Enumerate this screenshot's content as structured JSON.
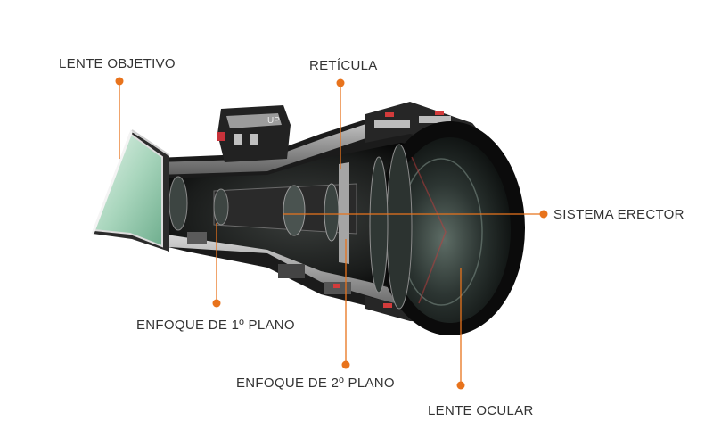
{
  "diagram": {
    "accent_color": "#e8731c",
    "labels": {
      "lente_objetivo": "LENTE OBJETIVO",
      "reticula": "RETÍCULA",
      "sistema_erector": "SISTEMA ERECTOR",
      "enfoque_1": "ENFOQUE DE 1º PLANO",
      "enfoque_2": "ENFOQUE DE 2º PLANO",
      "lente_ocular": "LENTE OCULAR"
    },
    "knob_text": "UP"
  }
}
